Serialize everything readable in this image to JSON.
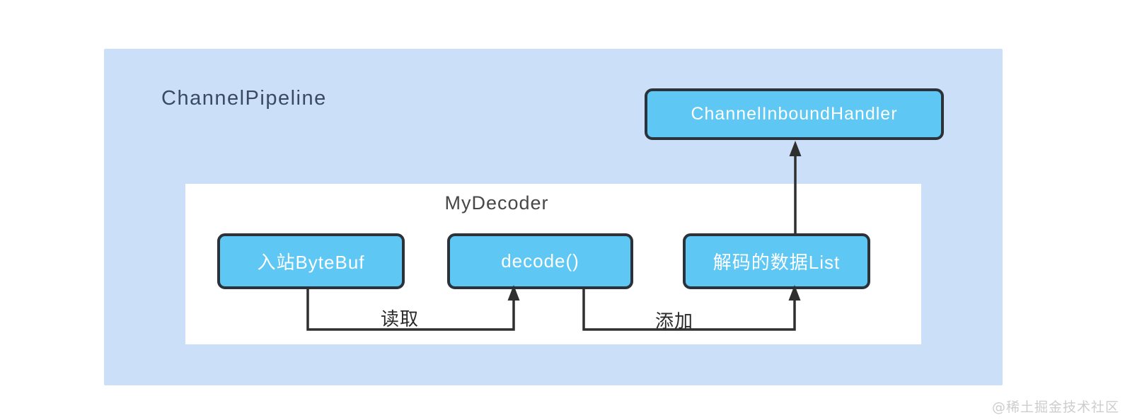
{
  "diagram": {
    "title": "ChannelPipeline",
    "handler_box_label": "ChannelInboundHandler",
    "decoder": {
      "title": "MyDecoder",
      "boxes": [
        {
          "id": "inbound-bytebuf",
          "label": "入站ByteBuf"
        },
        {
          "id": "decode-method",
          "label": "decode()"
        },
        {
          "id": "decoded-data-list",
          "label": "解码的数据List"
        }
      ]
    },
    "edges": [
      {
        "from": "inbound-bytebuf",
        "to": "decode-method",
        "label": "读取"
      },
      {
        "from": "decode-method",
        "to": "decoded-data-list",
        "label": "添加"
      },
      {
        "from": "decoded-data-list",
        "to": "channel-inbound-handler",
        "label": ""
      }
    ],
    "colors": {
      "pipeline_background": "#cbdff8",
      "panel_background": "#ffffff",
      "node_fill": "#5ec7f3",
      "node_border": "#2b323a",
      "node_text": "#ffffff",
      "title_text": "#3b4a63",
      "decoder_title_text": "#474747",
      "edge_stroke": "#2f2f2f",
      "edge_label_text": "#2a2a2a",
      "watermark_text": "#cdcdcd"
    }
  },
  "watermark": "@稀土掘金技术社区"
}
